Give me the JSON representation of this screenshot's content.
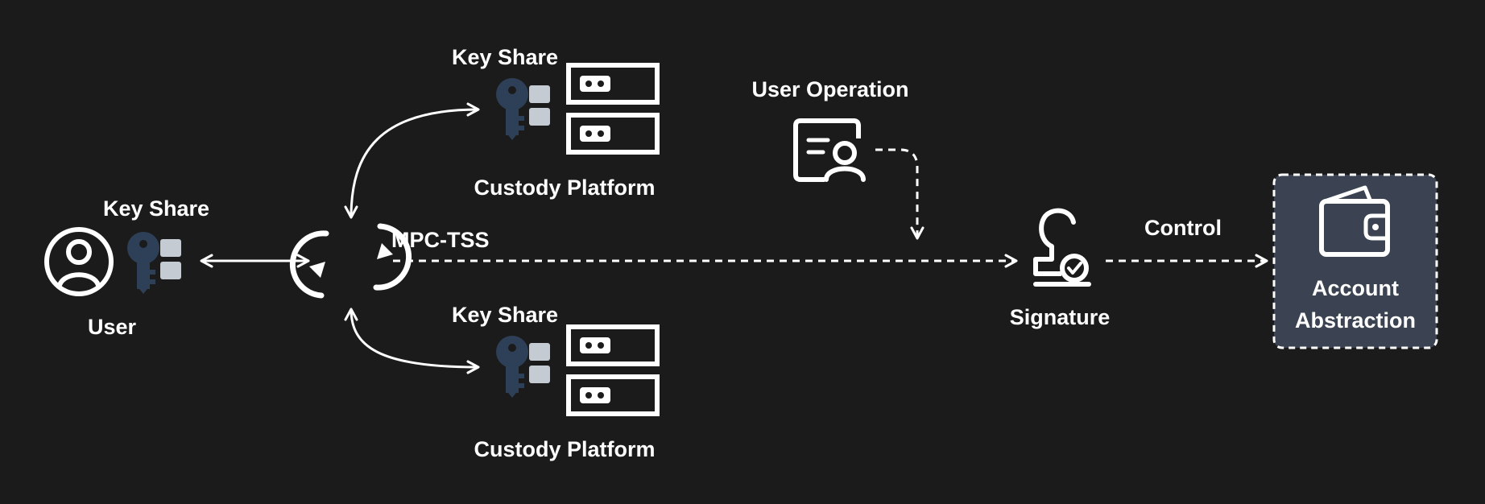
{
  "colors": {
    "background": "#1b1b1b",
    "foreground": "#ffffff",
    "key": "#2e4057",
    "share_block": "#c5cbd3",
    "account_box": "#3b4352"
  },
  "user": {
    "label": "User",
    "key_share_label": "Key Share",
    "icon": "user-circle-icon"
  },
  "mpc": {
    "label": "MPC-TSS",
    "icon": "sync-cycle-icon"
  },
  "custody_top": {
    "key_share_label": "Key Share",
    "label": "Custody Platform",
    "icon": "server-icon"
  },
  "custody_bottom": {
    "key_share_label": "Key Share",
    "label": "Custody Platform",
    "icon": "server-icon"
  },
  "user_operation": {
    "label": "User Operation",
    "icon": "user-document-icon"
  },
  "signature": {
    "label": "Signature",
    "icon": "stamp-check-icon"
  },
  "control": {
    "label": "Control"
  },
  "account": {
    "label_line1": "Account",
    "label_line2": "Abstraction",
    "icon": "wallet-icon"
  }
}
